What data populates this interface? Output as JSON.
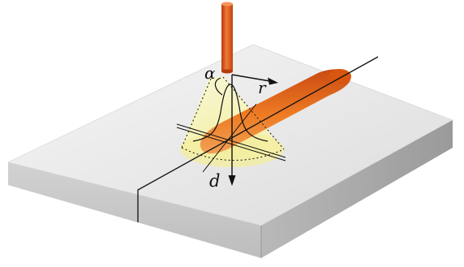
{
  "diagram": {
    "labels": {
      "alpha": "α",
      "radius": "r",
      "depth": "d"
    },
    "colors": {
      "plate_top": "#ebebeb",
      "plate_front": "#c9c9c9",
      "plate_right": "#a9a9a9",
      "electrode": "#e0561b",
      "bead": "#e8731f",
      "heat_cone": "#f6f3a8",
      "outline": "#111111"
    }
  }
}
